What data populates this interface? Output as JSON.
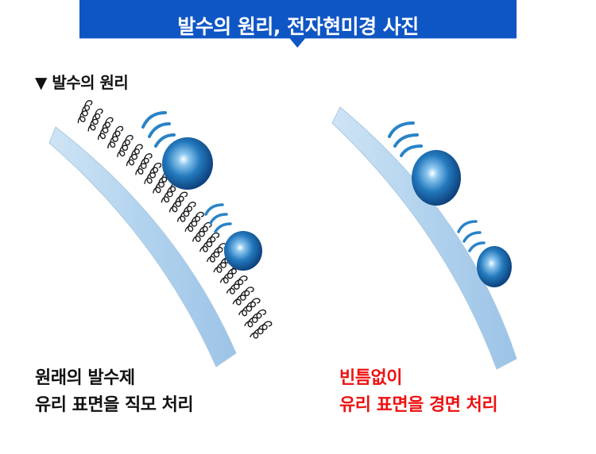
{
  "header": {
    "title": "발수의 원리, 전자현미경 사진",
    "color": "#0f56c5"
  },
  "section": {
    "label": "▼ 발수의 원리"
  },
  "left_panel": {
    "caption_line1": "원래의 발수제",
    "caption_line2": "유리 표면을 직모 처리"
  },
  "right_panel": {
    "caption_line1": "빈틈없이",
    "caption_line2": "유리 표면을 경면 처리",
    "caption_color": "#ee1111"
  }
}
